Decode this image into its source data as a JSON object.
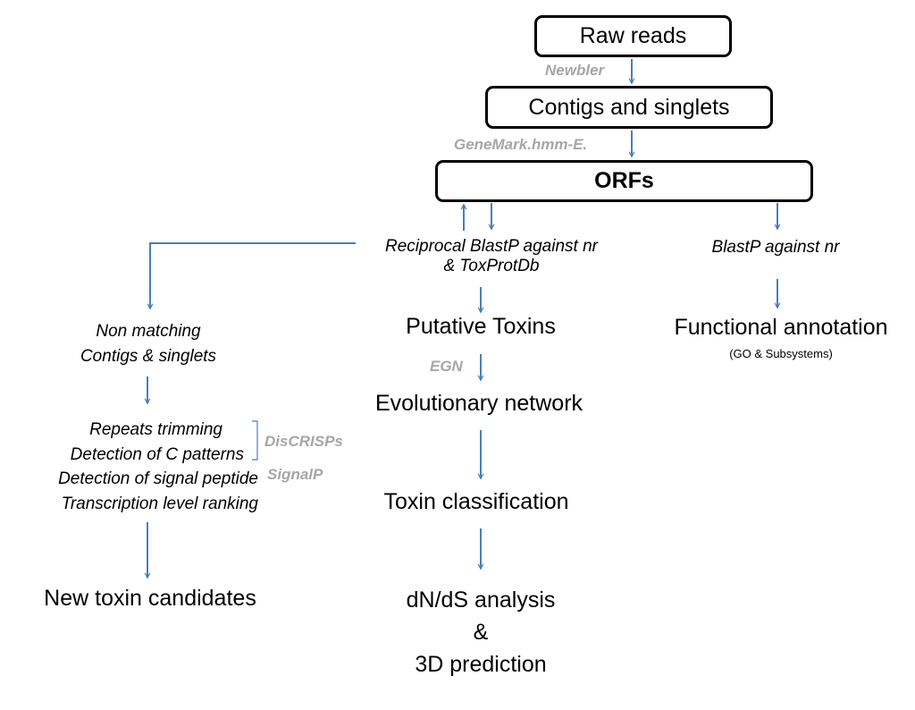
{
  "colors": {
    "arrow": "#4a7ebb",
    "box_border": "#000000",
    "tool_label": "#a6a6a6"
  },
  "nodes": {
    "raw_reads": "Raw reads",
    "contigs_singlets": "Contigs and singlets",
    "orfs": "ORFs",
    "reciprocal_blastp_line1": "Reciprocal BlastP against nr",
    "reciprocal_blastp_line2": "& ToxProtDb",
    "blastp_nr": "BlastP against nr",
    "functional_annotation": "Functional annotation",
    "functional_annotation_sub": "(GO & Subsystems)",
    "non_matching_line1": "Non matching",
    "non_matching_line2": "Contigs & singlets",
    "putative_toxins": "Putative Toxins",
    "evolutionary_network": "Evolutionary network",
    "toxin_classification": "Toxin classification",
    "dnds_line1": "dN/dS analysis",
    "dnds_line2": "&",
    "dnds_line3": "3D prediction",
    "repeats_trimming": "Repeats trimming",
    "c_patterns": "Detection of C patterns",
    "signal_peptide": "Detection of signal peptide",
    "transcription_ranking": "Transcription level ranking",
    "new_toxin_candidates": "New toxin candidates"
  },
  "tools": {
    "newbler": "Newbler",
    "genemark": "GeneMark.hmm-E.",
    "egn": "EGN",
    "discrisps": "DisCRISPs",
    "signalp": "SignalP"
  }
}
